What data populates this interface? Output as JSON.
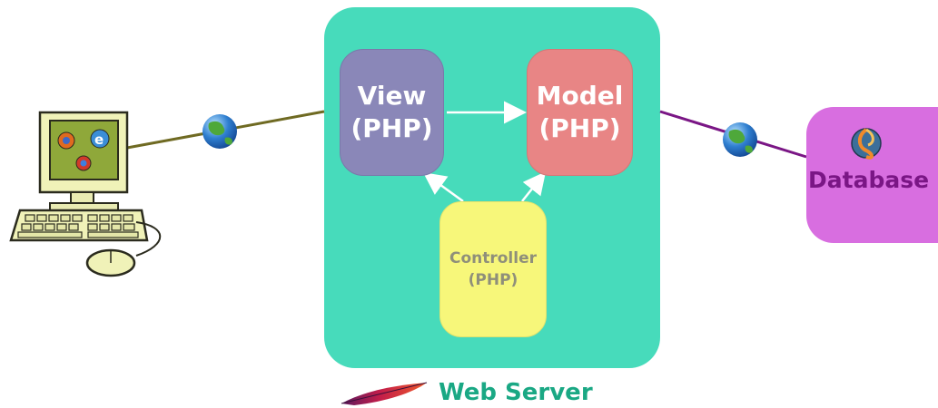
{
  "web_server": {
    "label": "Web Server"
  },
  "view": {
    "line1": "View",
    "line2": "(PHP)"
  },
  "model": {
    "line1": "Model",
    "line2": "(PHP)"
  },
  "controller": {
    "line1": "Controller",
    "line2": "(PHP)"
  },
  "database": {
    "label": "Database"
  },
  "colors": {
    "server": "#47dbbb",
    "view": "#8a87b8",
    "model": "#e88585",
    "controller": "#f7f77a",
    "database": "#d86ee0",
    "client_link": "#6f6a22",
    "db_link": "#7a1685"
  },
  "icons": [
    "computer-icon",
    "globe-icon",
    "apache-feather-icon",
    "database-logo-icon"
  ]
}
